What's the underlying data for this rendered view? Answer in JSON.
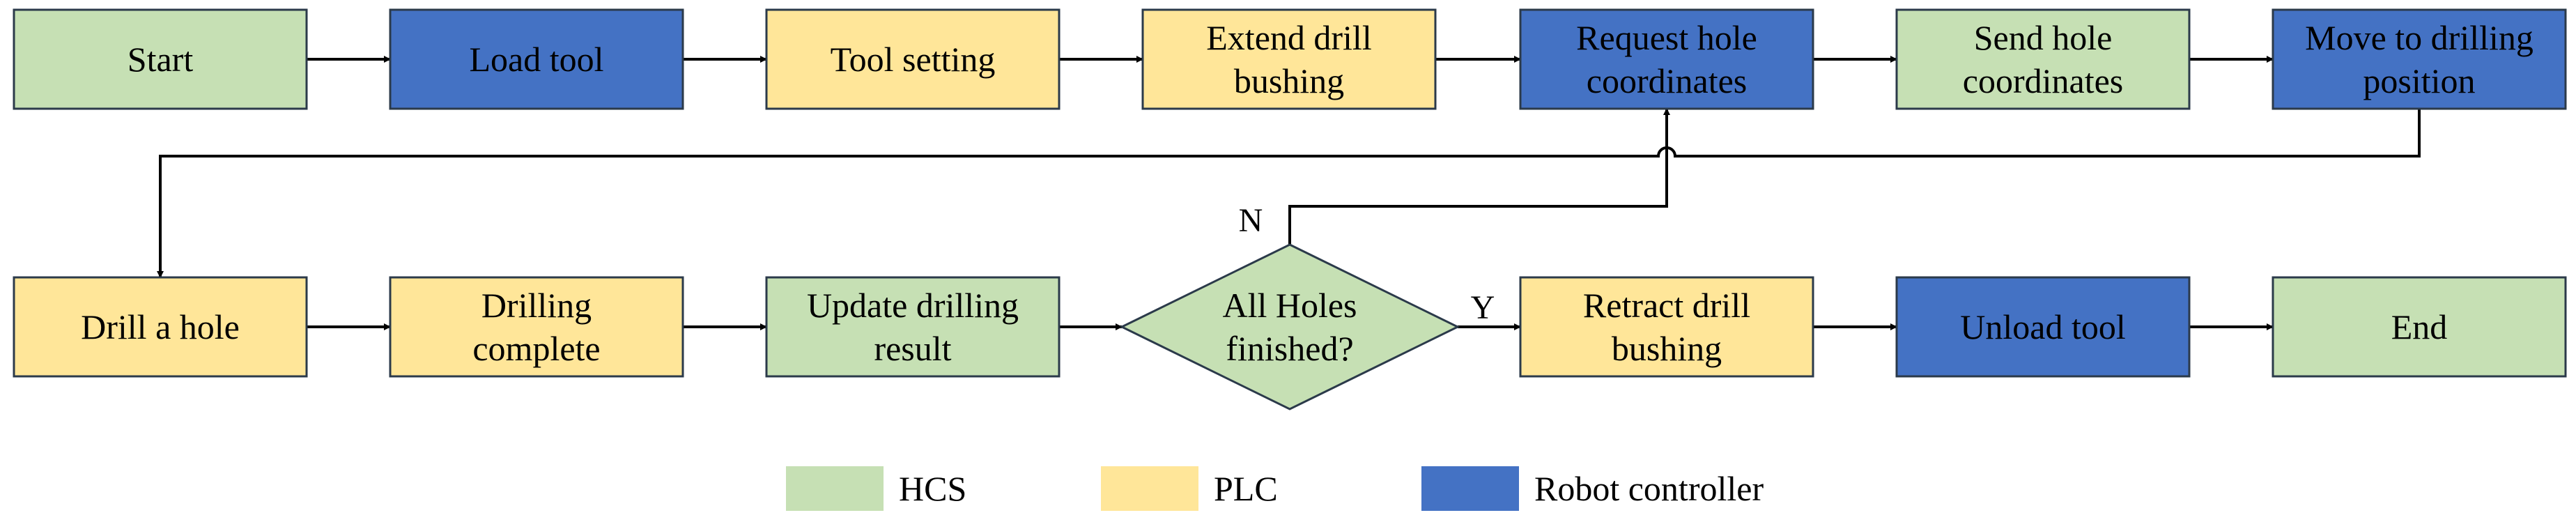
{
  "colors": {
    "HCS": "#c6e0b4",
    "PLC": "#ffe699",
    "Robot": "#4472c4",
    "border": "#2b3a4a",
    "edge": "#000000"
  },
  "nodes": {
    "start": {
      "lines": [
        "Start"
      ],
      "group": "HCS"
    },
    "load_tool": {
      "lines": [
        "Load tool"
      ],
      "group": "Robot"
    },
    "tool_setting": {
      "lines": [
        "Tool setting"
      ],
      "group": "PLC"
    },
    "extend": {
      "lines": [
        "Extend drill",
        "bushing"
      ],
      "group": "PLC"
    },
    "request": {
      "lines": [
        "Request hole",
        "coordinates"
      ],
      "group": "Robot"
    },
    "send": {
      "lines": [
        "Send hole",
        "coordinates"
      ],
      "group": "HCS"
    },
    "move": {
      "lines": [
        "Move to drilling",
        "position"
      ],
      "group": "Robot"
    },
    "drill": {
      "lines": [
        "Drill a hole"
      ],
      "group": "PLC"
    },
    "complete": {
      "lines": [
        "Drilling",
        "complete"
      ],
      "group": "PLC"
    },
    "update": {
      "lines": [
        "Update drilling",
        "result"
      ],
      "group": "HCS"
    },
    "decision": {
      "lines": [
        "All Holes",
        "finished?"
      ],
      "group": "HCS",
      "shape": "diamond"
    },
    "retract": {
      "lines": [
        "Retract drill",
        "bushing"
      ],
      "group": "PLC"
    },
    "unload": {
      "lines": [
        "Unload tool"
      ],
      "group": "Robot"
    },
    "end": {
      "lines": [
        "End"
      ],
      "group": "HCS"
    }
  },
  "edges": [
    {
      "from": "start",
      "to": "load_tool"
    },
    {
      "from": "load_tool",
      "to": "tool_setting"
    },
    {
      "from": "tool_setting",
      "to": "extend"
    },
    {
      "from": "extend",
      "to": "request"
    },
    {
      "from": "request",
      "to": "send"
    },
    {
      "from": "send",
      "to": "move"
    },
    {
      "from": "move",
      "to": "drill"
    },
    {
      "from": "drill",
      "to": "complete"
    },
    {
      "from": "complete",
      "to": "update"
    },
    {
      "from": "update",
      "to": "decision"
    },
    {
      "from": "decision",
      "to": "retract",
      "label": "Y"
    },
    {
      "from": "decision",
      "to": "request",
      "label": "N"
    },
    {
      "from": "retract",
      "to": "unload"
    },
    {
      "from": "unload",
      "to": "end"
    }
  ],
  "legend": [
    {
      "group": "HCS",
      "label": "HCS"
    },
    {
      "group": "PLC",
      "label": "PLC"
    },
    {
      "group": "Robot",
      "label": "Robot controller"
    }
  ]
}
